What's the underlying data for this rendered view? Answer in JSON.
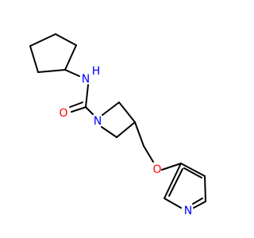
{
  "molecule": {
    "atoms": [
      {
        "id": "nh",
        "label": "N",
        "sublabel": "H",
        "color": "#0000ff"
      },
      {
        "id": "o_carbonyl",
        "label": "O",
        "color": "#ff0000"
      },
      {
        "id": "n_azetidine",
        "label": "N",
        "color": "#0000ff"
      },
      {
        "id": "o_ether",
        "label": "O",
        "color": "#ff0000"
      },
      {
        "id": "n_pyridine",
        "label": "N",
        "color": "#0000ff"
      }
    ],
    "bond_color": "#000000"
  }
}
